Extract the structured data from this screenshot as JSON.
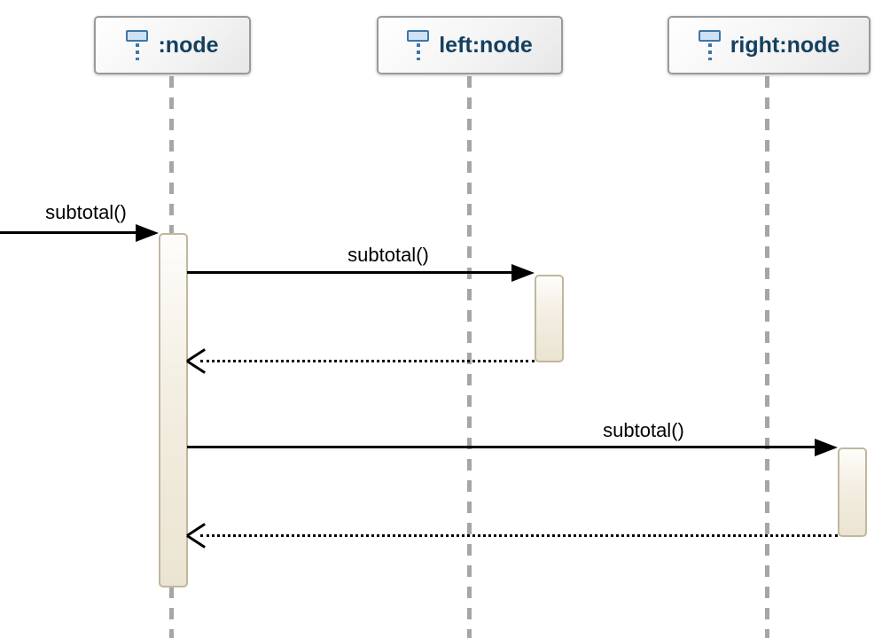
{
  "diagram": {
    "type": "uml-sequence-diagram",
    "participants": [
      {
        "name": ":node",
        "icon": "lifeline-icon"
      },
      {
        "name": "left:node",
        "icon": "lifeline-icon"
      },
      {
        "name": "right:node",
        "icon": "lifeline-icon"
      }
    ],
    "messages": [
      {
        "label": "subtotal()",
        "kind": "sync-call",
        "from": "external",
        "to": ":node"
      },
      {
        "label": "subtotal()",
        "kind": "sync-call",
        "from": ":node",
        "to": "left:node"
      },
      {
        "label": "",
        "kind": "return",
        "from": "left:node",
        "to": ":node"
      },
      {
        "label": "subtotal()",
        "kind": "sync-call",
        "from": ":node",
        "to": "right:node"
      },
      {
        "label": "",
        "kind": "return",
        "from": "right:node",
        "to": ":node"
      }
    ],
    "colors": {
      "participant_border": "#9a9a9a",
      "participant_text": "#14405f",
      "icon_outline": "#3c78aa",
      "icon_fill": "#cfe2f4",
      "activation_border": "#c0b79c",
      "activation_fill": "#ebe4d2",
      "lifeline_gray": "#a6a6a6",
      "message_color": "#000000",
      "background": "#ffffff"
    }
  }
}
